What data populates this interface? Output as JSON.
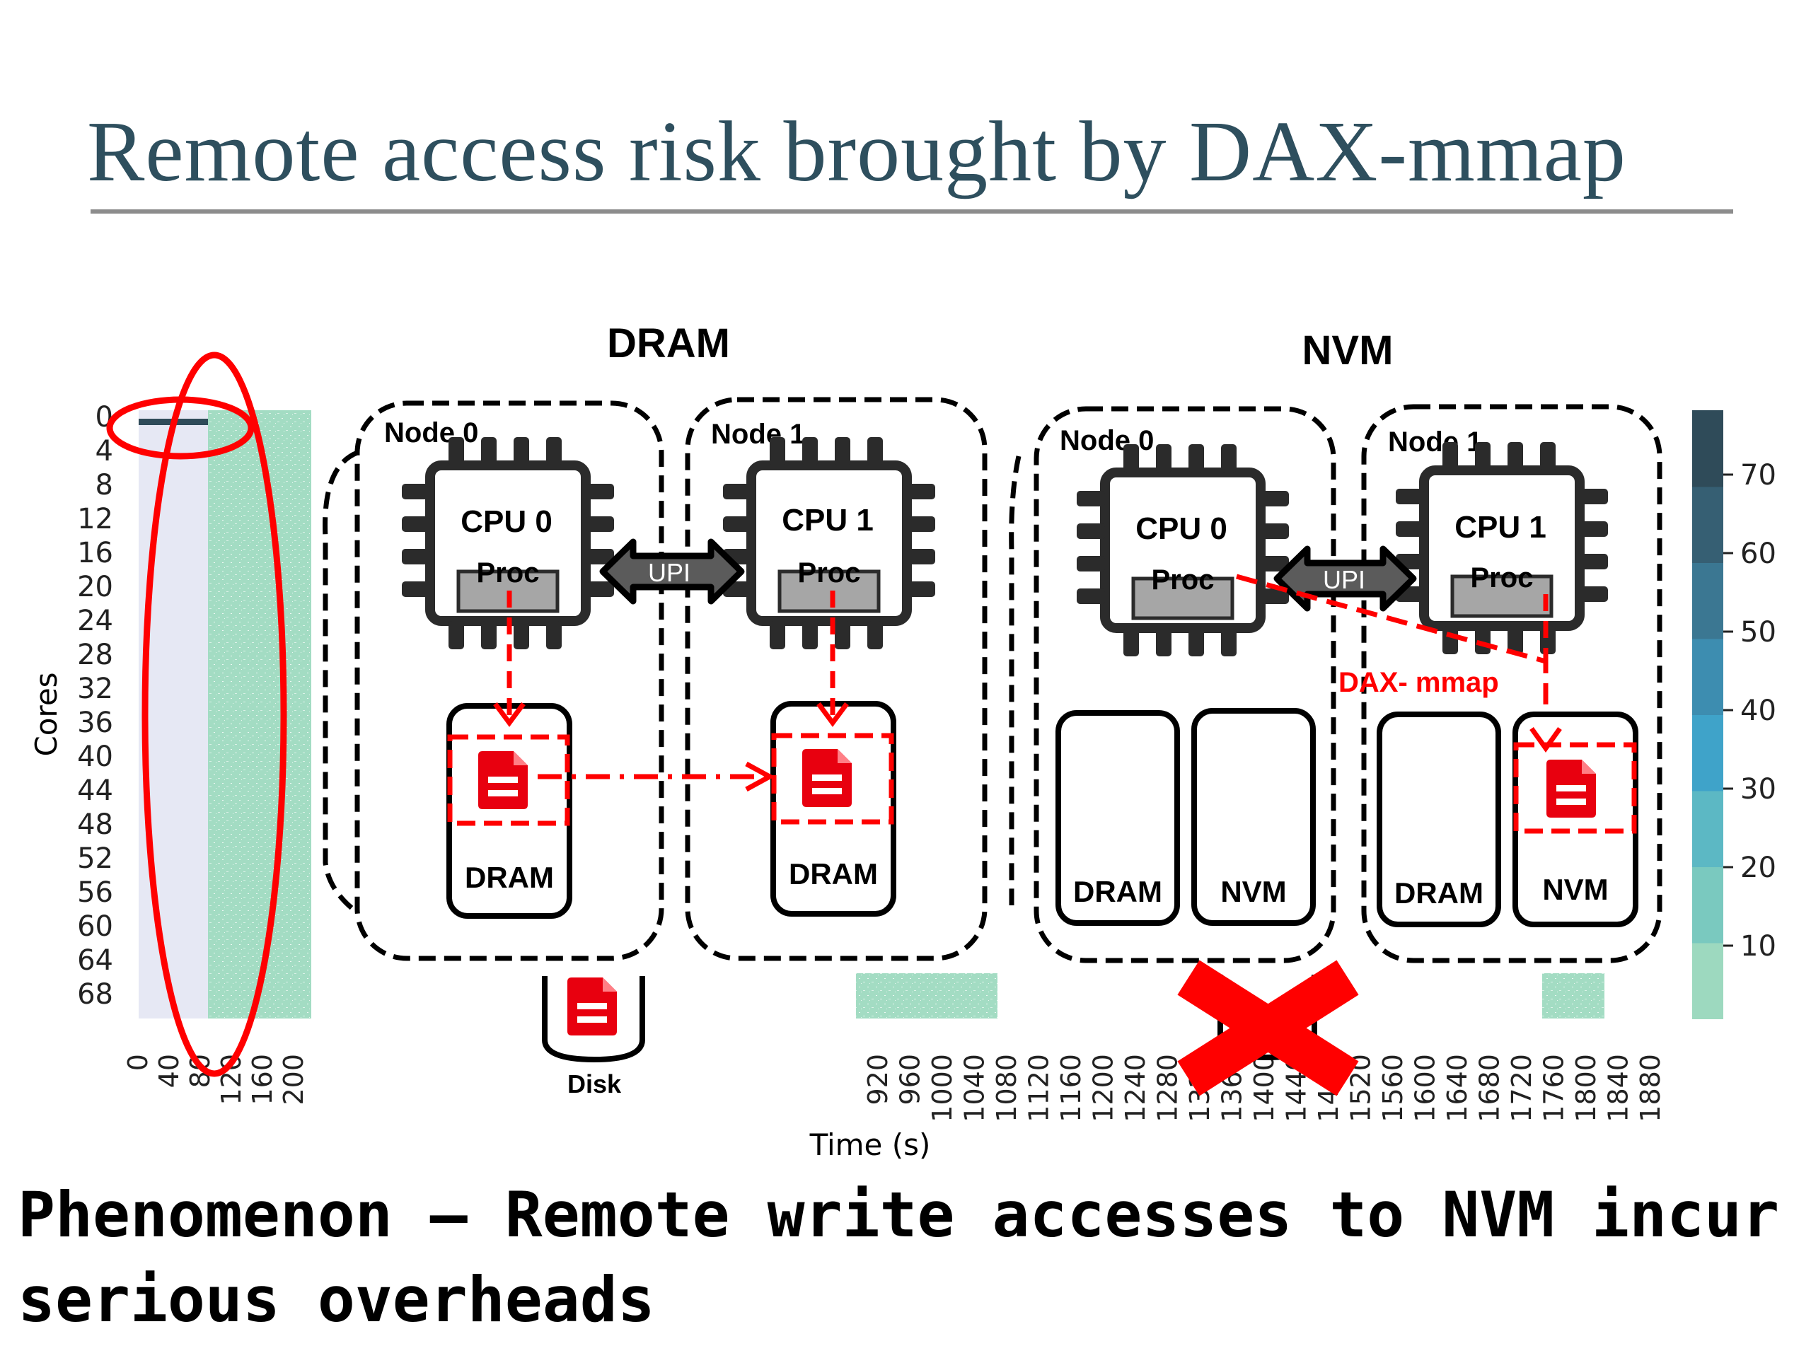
{
  "slide": {
    "title": "Remote access risk brought by DAX-mmap",
    "caption": "Phenomenon – Remote write accesses to NVM incur serious overheads"
  },
  "chart_data": {
    "type": "heatmap",
    "ylabel": "Cores",
    "xlabel": "Time (s)",
    "y_ticks": [
      "0",
      "4",
      "8",
      "12",
      "16",
      "20",
      "24",
      "28",
      "32",
      "36",
      "40",
      "44",
      "48",
      "52",
      "56",
      "60",
      "64",
      "68"
    ],
    "x_ticks_left": [
      "0",
      "40",
      "80",
      "120",
      "160",
      "200"
    ],
    "x_ticks_right": [
      "920",
      "960",
      "1000",
      "1040",
      "1080",
      "1120",
      "1160",
      "1200",
      "1240",
      "1280",
      "1320",
      "1360",
      "1400",
      "1440",
      "1480",
      "1520",
      "1560",
      "1600",
      "1640",
      "1680",
      "1720",
      "1760",
      "1800",
      "1840",
      "1880"
    ],
    "colorbar_ticks": [
      "10",
      "20",
      "30",
      "40",
      "50",
      "60",
      "70"
    ],
    "colorbar_colors": [
      "#9dd9bf",
      "#7ac9bf",
      "#5cb8c4",
      "#3fa3c9",
      "#3d8db0",
      "#3b7792",
      "#365f73",
      "#2f4b59"
    ]
  },
  "diagram": {
    "dram_panel": {
      "label": "DRAM",
      "node0": "Node 0",
      "node1": "Node 1",
      "cpu0": "CPU 0",
      "cpu1": "CPU 1",
      "proc": "Proc",
      "link": "UPI",
      "mem0": "DRAM",
      "mem1": "DRAM",
      "disk": "Disk"
    },
    "nvm_panel": {
      "label": "NVM",
      "node0": "Node 0",
      "node1": "Node 1",
      "cpu0": "CPU 0",
      "cpu1": "CPU 1",
      "proc": "Proc",
      "link": "UPI",
      "mem_dram_0": "DRAM",
      "mem_nvm_0": "NVM",
      "mem_dram_1": "DRAM",
      "mem_nvm_1": "NVM",
      "annotation": "DAX- mmap"
    }
  },
  "colors": {
    "title": "#2e4f5e",
    "highlight_red": "#ff0000",
    "heatmap_green": "#9dd9bf",
    "heatmap_bg": "#e6e8f4",
    "cpu_dark": "#2b2b2b",
    "proc_gray": "#9e9e9e"
  },
  "icons": [
    "chip-icon",
    "file-icon",
    "disk-icon",
    "double-arrow-icon",
    "red-x-icon"
  ]
}
